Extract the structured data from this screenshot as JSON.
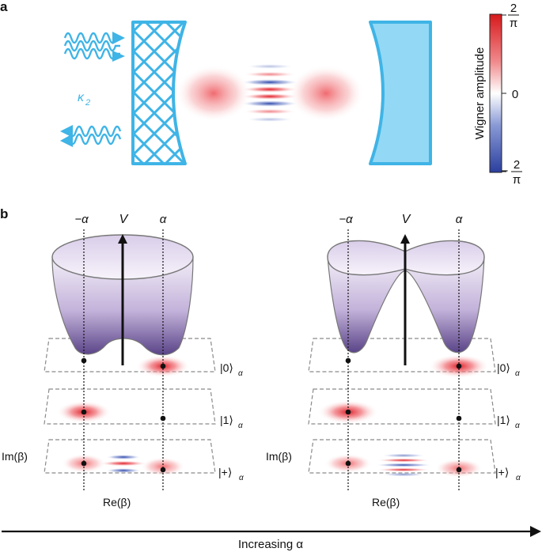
{
  "panel_a": {
    "label": "a",
    "kappa_symbol": "κ",
    "kappa_subscript": "2",
    "colorbar": {
      "title": "Wigner amplitude",
      "top_num": "2",
      "top_den": "π",
      "mid": "0",
      "bot_sign": "−",
      "bot_num": "2",
      "bot_den": "π"
    },
    "colors": {
      "mirror": "#3fb4e6",
      "mirror_fill": "#93d8f4",
      "positive": "#e0202a",
      "negative": "#2b45a8"
    }
  },
  "panel_b": {
    "label": "b",
    "axis_minus_alpha": "−α",
    "axis_alpha": "α",
    "axis_V": "V",
    "ket_0": "|0⟩",
    "ket_1": "|1⟩",
    "ket_plus": "|+⟩",
    "ket_sub": "α",
    "im_beta": "Im(β)",
    "re_beta": "Re(β)",
    "colors": {
      "well": "#8e73b5",
      "well_light": "#ece6f3"
    }
  },
  "bottom_axis": {
    "label": "Increasing α"
  }
}
